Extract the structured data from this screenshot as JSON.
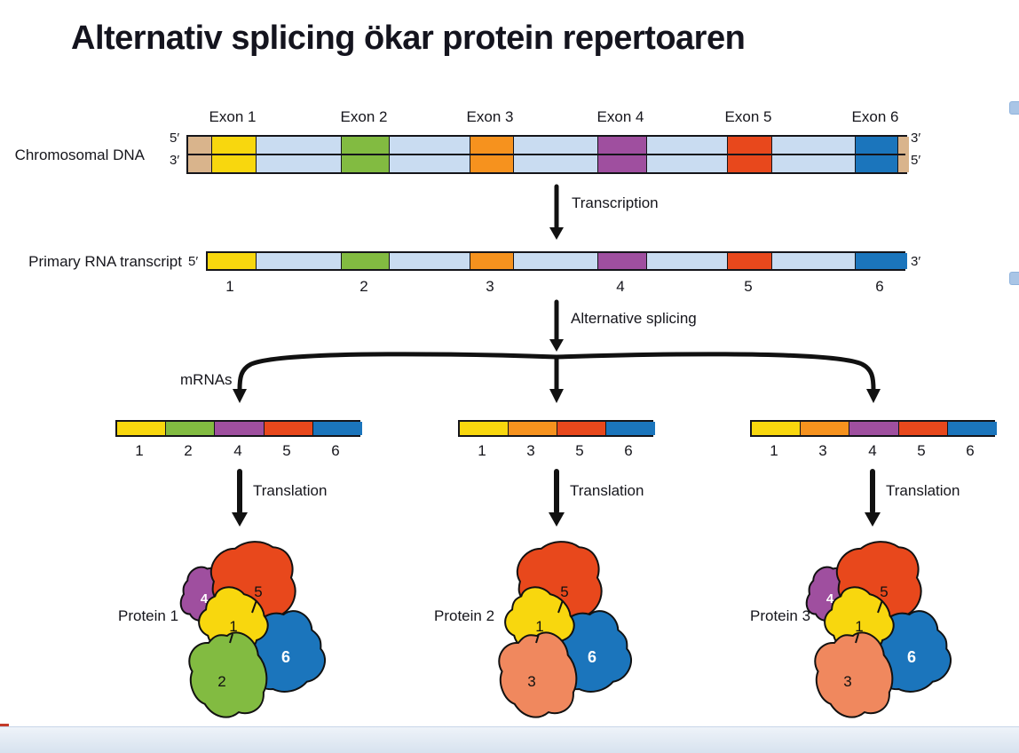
{
  "title": "Alternativ splicing ökar protein repertoaren",
  "dna": {
    "label": "Chromosomal DNA",
    "left_top_prime": "5′",
    "left_bottom_prime": "3′",
    "right_top_prime": "3′",
    "right_bottom_prime": "5′",
    "exon_labels": [
      "Exon 1",
      "Exon 2",
      "Exon 3",
      "Exon 4",
      "Exon 5",
      "Exon 6"
    ]
  },
  "arrows": {
    "transcription": "Transcription",
    "alternative_splicing": "Alternative splicing",
    "translation": "Translation"
  },
  "rna": {
    "label": "Primary RNA transcript",
    "left_prime": "5′",
    "right_prime": "3′",
    "exon_numbers": [
      "1",
      "2",
      "3",
      "4",
      "5",
      "6"
    ]
  },
  "mrnas_label": "mRNAs",
  "mrnas": [
    {
      "exon_numbers": [
        "1",
        "2",
        "4",
        "5",
        "6"
      ]
    },
    {
      "exon_numbers": [
        "1",
        "3",
        "5",
        "6"
      ]
    },
    {
      "exon_numbers": [
        "1",
        "3",
        "4",
        "5",
        "6"
      ]
    }
  ],
  "proteins": [
    {
      "label": "Protein 1",
      "subunits": [
        "4",
        "5",
        "1",
        "2",
        "6"
      ]
    },
    {
      "label": "Protein 2",
      "subunits": [
        "5",
        "1",
        "3",
        "6"
      ]
    },
    {
      "label": "Protein 3",
      "subunits": [
        "4",
        "5",
        "1",
        "3",
        "6"
      ]
    }
  ],
  "colors": {
    "exon1": "#F8D70E",
    "exon2": "#82BB41",
    "exon3": "#F6921E",
    "exon4": "#9F4F9F",
    "exon5": "#E8481C",
    "exon6": "#1B75BC",
    "intron": "#C9DCF1",
    "dna_end": "#D9B48C",
    "salmon": "#F0885E",
    "outline": "#111111",
    "title_text": "#14141E",
    "edge_marker": "#A9C5E6",
    "bottom_accent": "#C43B2A"
  }
}
